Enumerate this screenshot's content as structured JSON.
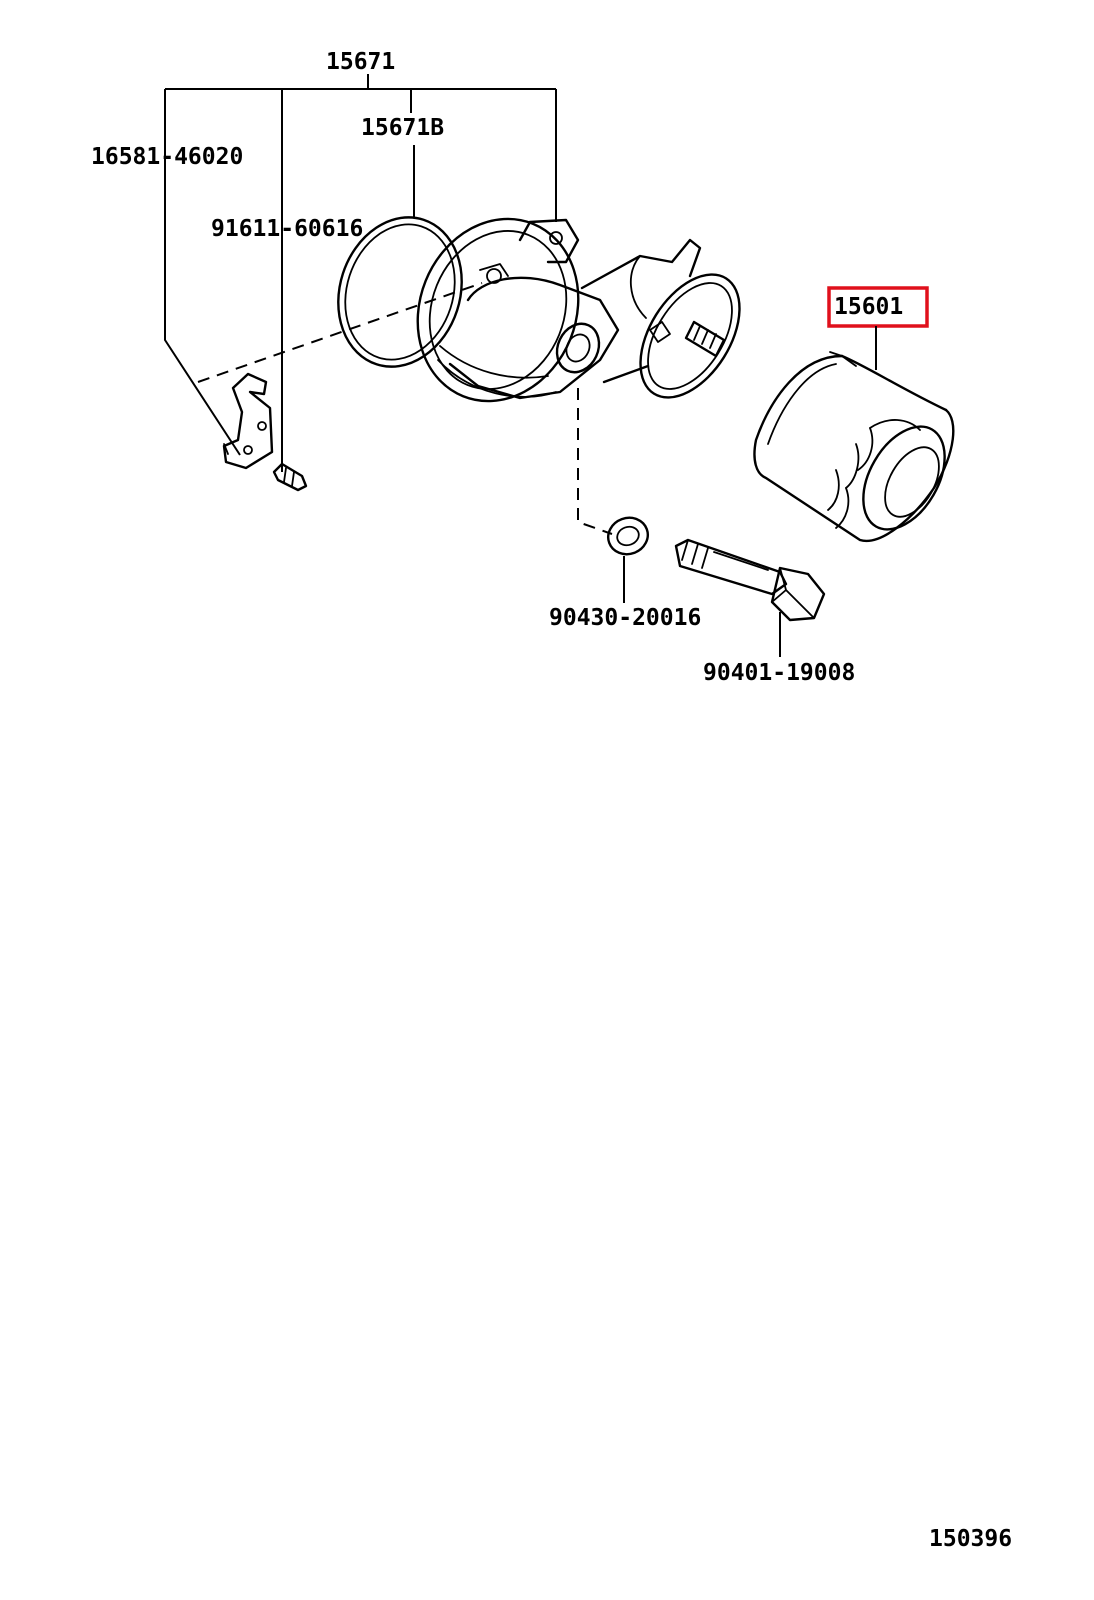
{
  "labels": {
    "assembly": "15671",
    "housing": "15671B",
    "bracket": "16581-46020",
    "screw": "91611-60616",
    "oil_filter": "15601",
    "gasket": "90430-20016",
    "union_bolt": "90401-19008",
    "illustration_number": "150396"
  },
  "colors": {
    "highlight_box": "#e0101c",
    "line": "#000000",
    "background": "#ffffff"
  }
}
